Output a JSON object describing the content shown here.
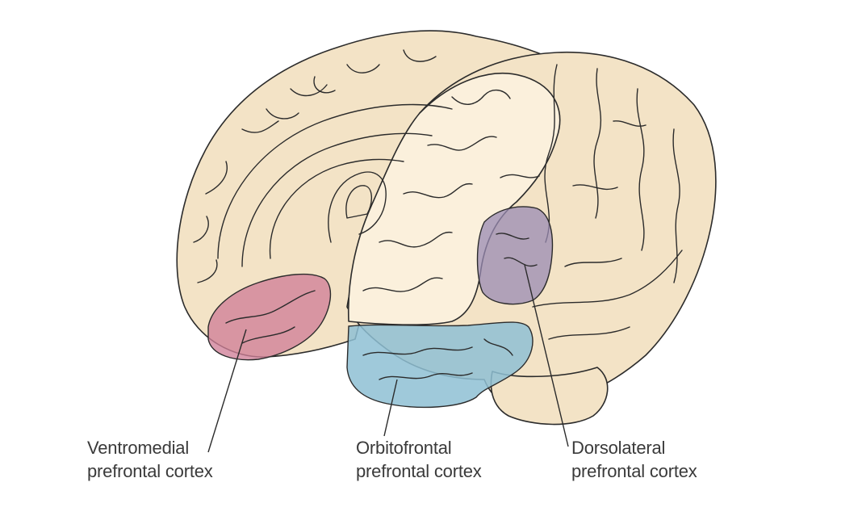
{
  "regions": [
    {
      "id": "vmpfc",
      "line1": "Ventromedial",
      "line2": "prefrontal cortex",
      "color": "#cf7f97"
    },
    {
      "id": "ofc",
      "line1": "Orbitofrontal",
      "line2": "prefrontal cortex",
      "color": "#8ec0d3"
    },
    {
      "id": "dlpfc",
      "line1": "Dorsolateral",
      "line2": "prefrontal cortex",
      "color": "#9a8bb3"
    }
  ],
  "colors": {
    "brain_base": "#f3e3c6",
    "brain_highlight": "#fbf0dc",
    "outline": "#2b2b2b"
  }
}
